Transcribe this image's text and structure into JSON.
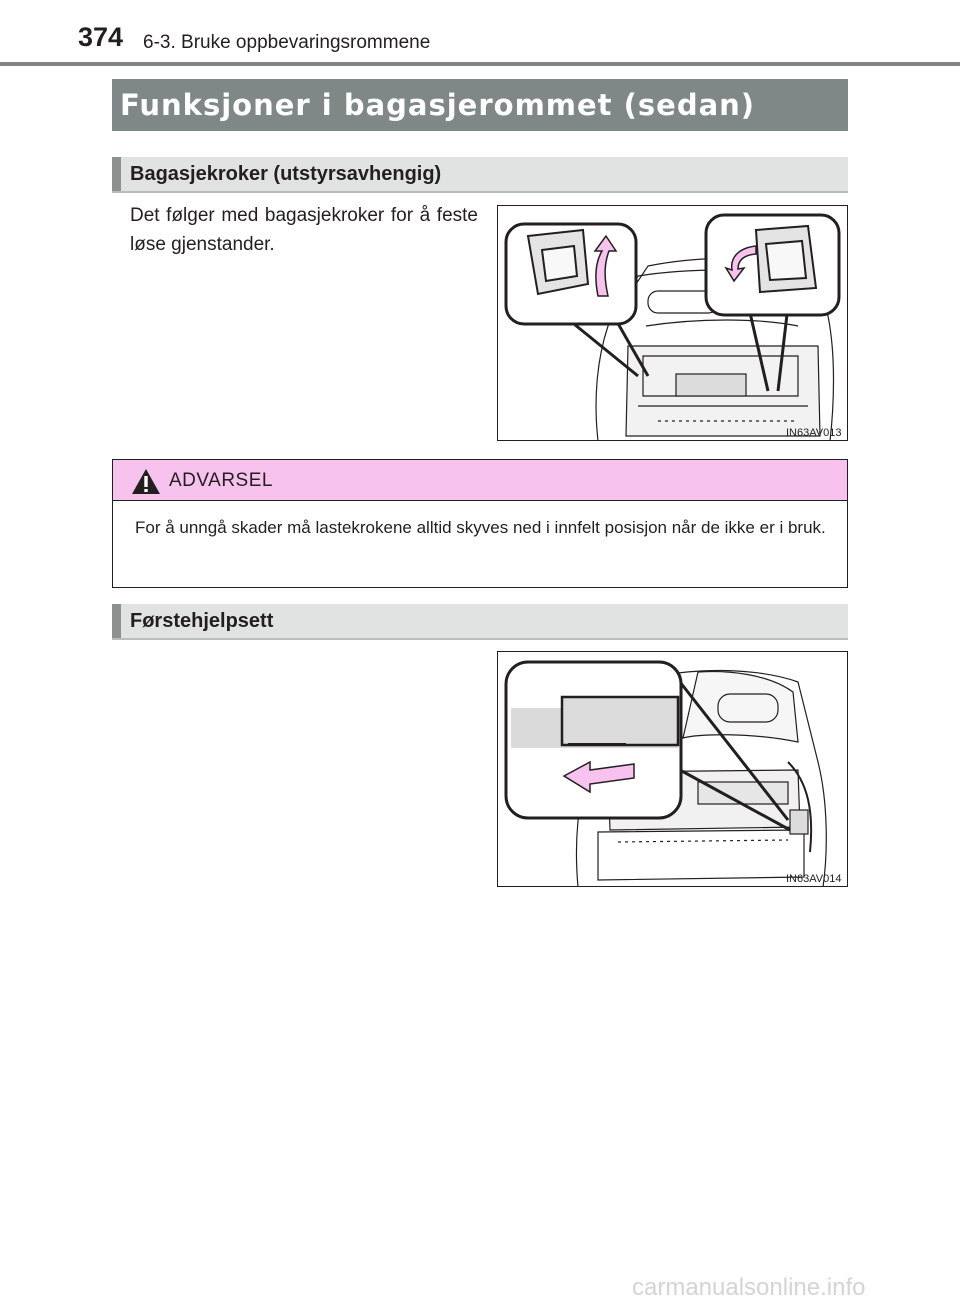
{
  "header": {
    "page_number": "374",
    "running_head": "6-3. Bruke oppbevaringsrommene"
  },
  "section": {
    "title": "Funksjoner i bagasjerommet (sedan)"
  },
  "luggage_hooks": {
    "heading": "Bagasjekroker (utstyrsavhengig)",
    "body": "Det følger med bagasjekroker for å feste løse gjenstander.",
    "figure_code": "IN63AV013"
  },
  "warning": {
    "title": "ADVARSEL",
    "text": "For å unngå skader må lastekrokene alltid skyves ned i innfelt posisjon når de ikke er i bruk."
  },
  "first_aid": {
    "heading": "Førstehjelpsett",
    "figure_code": "IN63AV014"
  },
  "footer": {
    "watermark": "carmanualsonline.info"
  },
  "colors": {
    "title_bar": "#7f8886",
    "subhead_bar": "#e1e3e2",
    "warning_bar": "#f7c2ee",
    "arrow_fill": "#f7c2ee"
  }
}
